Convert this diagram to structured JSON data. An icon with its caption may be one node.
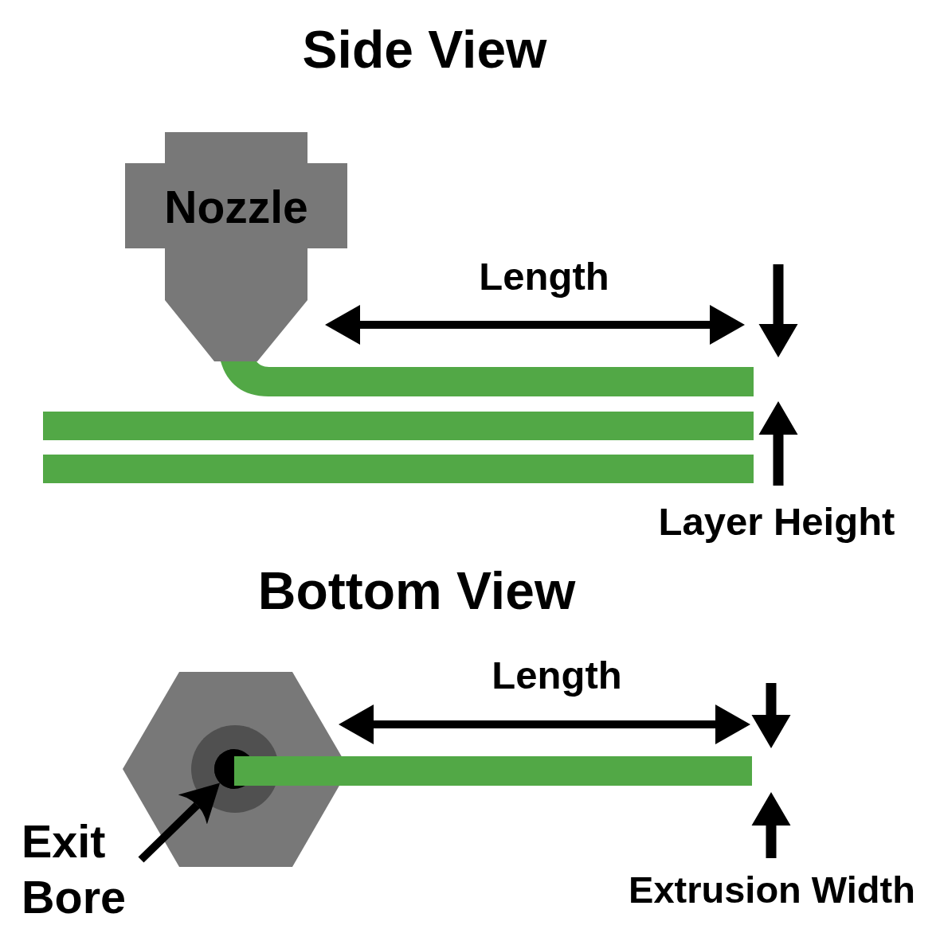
{
  "diagram": {
    "nodes": [
      {
        "text": [
          "Nozzle"
        ]
      },
      {
        "text": [
          "Exit Bore"
        ]
      },
      {
        "text": [],
        "shape": "circle"
      }
    ],
    "edges": [
      {
        "from": 1,
        "to": 2,
        "arrow": "to"
      }
    ],
    "labels": [
      "Side View",
      "Length",
      "Layer Height",
      "Bottom View",
      "Length",
      "Extrusion Width"
    ]
  }
}
